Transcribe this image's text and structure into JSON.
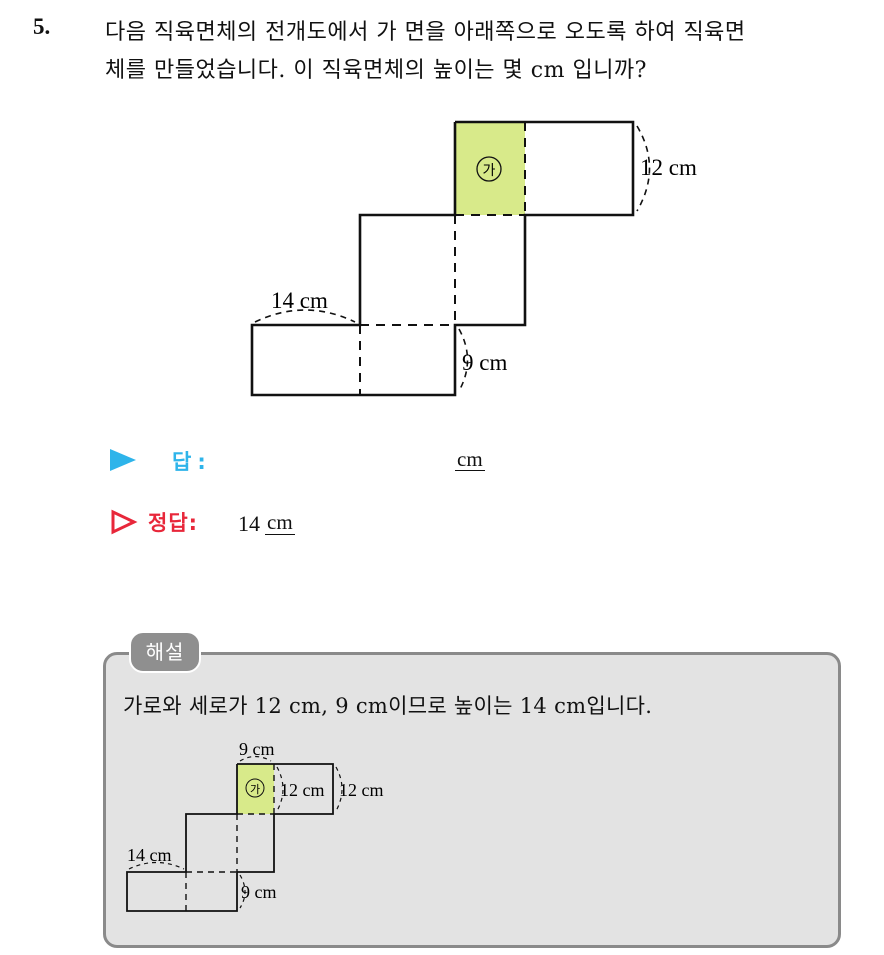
{
  "question": {
    "number": "5.",
    "line1": "다음 직육면체의 전개도에서 가 면을 아래쪽으로 오도록 하여 직육면",
    "line2": "체를 만들었습니다. 이 직육면체의 높이는 몇  cm 입니까?"
  },
  "figure_main": {
    "face_label": "㉮",
    "dim_right": "12 cm",
    "dim_left": "14 cm",
    "dim_bottom": "9 cm",
    "highlight_color": "#d8ea8a"
  },
  "answer": {
    "label": "답:",
    "unit": "cm",
    "arrow_color": "#2eb4ea"
  },
  "correct": {
    "label": "정답:",
    "value": "14",
    "unit": "cm",
    "color": "#e8273a"
  },
  "explanation": {
    "tab_label": "해설",
    "text": "가로와 세로가 12 cm, 9 cm이므로 높이는 14 cm입니다.",
    "figure": {
      "face_label": "㉮",
      "dim_top": "9 cm",
      "dim_inner": "12 cm",
      "dim_right": "12 cm",
      "dim_left": "14 cm",
      "dim_bottom": "9 cm"
    }
  }
}
